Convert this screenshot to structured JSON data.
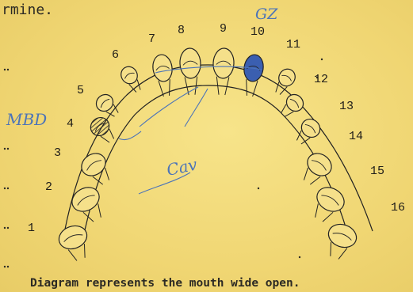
{
  "header_fragment": "rmine.",
  "caption": "Diagram represents the mouth wide open.",
  "tooth_numbers": [
    "1",
    "2",
    "3",
    "4",
    "5",
    "6",
    "7",
    "8",
    "9",
    "10",
    "11",
    "12",
    "13",
    "14",
    "15",
    "16"
  ],
  "annotations": {
    "mbd": "MBD",
    "gz": "GZ",
    "cav": "Cav"
  },
  "colors": {
    "paper": "#f2dd7c",
    "typewriter_ink": "#2c2a24",
    "pencil_blue": "#4c74b8",
    "filled_tooth": "#3b5fb0"
  },
  "filled_tooth_number": "10",
  "hatched_tooth_number": "4"
}
